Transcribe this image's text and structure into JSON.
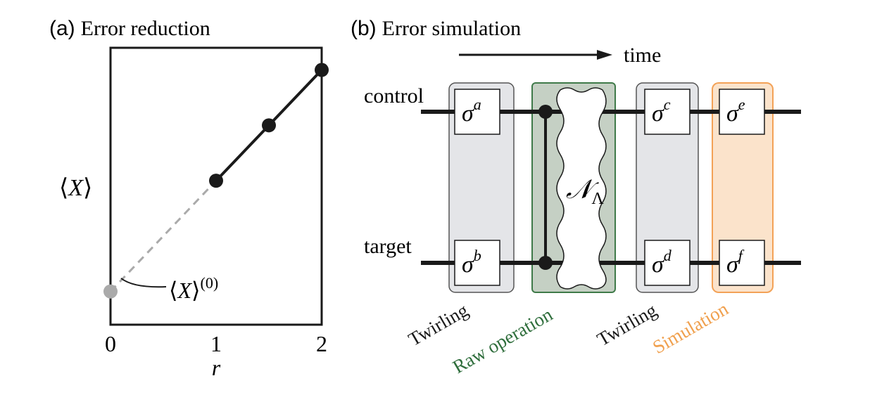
{
  "panel_a": {
    "letter": "(a)",
    "title": "Error reduction",
    "ylabel_left": "⟨",
    "ylabel_var": "X",
    "ylabel_right": "⟩",
    "zero_label_left": "⟨",
    "zero_label_var": "X",
    "zero_label_right": "⟩",
    "zero_label_sup": "(0)",
    "xlabel": "r",
    "colors": {
      "measured": "#1a1a1a",
      "extrapolated": "#aaaaaa",
      "dashed": "#aaaaaa"
    }
  },
  "chart_data": {
    "type": "line",
    "xlabel": "r",
    "ylabel": "⟨X⟩",
    "x_ticks": [
      "0",
      "1",
      "2"
    ],
    "xlim": [
      0,
      2
    ],
    "series": [
      {
        "points": [
          [
            1,
            0.52
          ],
          [
            1.5,
            0.72
          ],
          [
            2,
            0.92
          ]
        ],
        "style": "solid"
      },
      {
        "points": [
          [
            0,
            0.12
          ],
          [
            1,
            0.52
          ]
        ],
        "style": "dashed"
      }
    ],
    "annotations": [
      {
        "text": "⟨X⟩(0)",
        "x": 0,
        "y": 0.12
      }
    ]
  },
  "panel_b": {
    "letter": "(b)",
    "title": "Error simulation",
    "time_label": "time",
    "qubit_control": "control",
    "qubit_target": "target",
    "channel_symbol": "𝒩",
    "channel_sub": "Λ",
    "gates": [
      {
        "base": "σ",
        "sup": "a"
      },
      {
        "base": "σ",
        "sup": "b"
      },
      {
        "base": "σ",
        "sup": "c"
      },
      {
        "base": "σ",
        "sup": "d"
      },
      {
        "base": "σ",
        "sup": "e"
      },
      {
        "base": "σ",
        "sup": "f"
      }
    ],
    "stage_labels": {
      "twirling_1": "Twirling",
      "raw_operation": "Raw operation",
      "twirling_2": "Twirling",
      "simulation": "Simulation"
    },
    "colors": {
      "twirl_fill": "#e4e5e8",
      "raw_fill": "#c5d0c4",
      "raw_stroke": "#3f7a49",
      "sim_fill": "#fbe3cb",
      "sim_stroke": "#f3a257",
      "raw_text": "#2f6e3c",
      "sim_text": "#f0a04e"
    }
  }
}
